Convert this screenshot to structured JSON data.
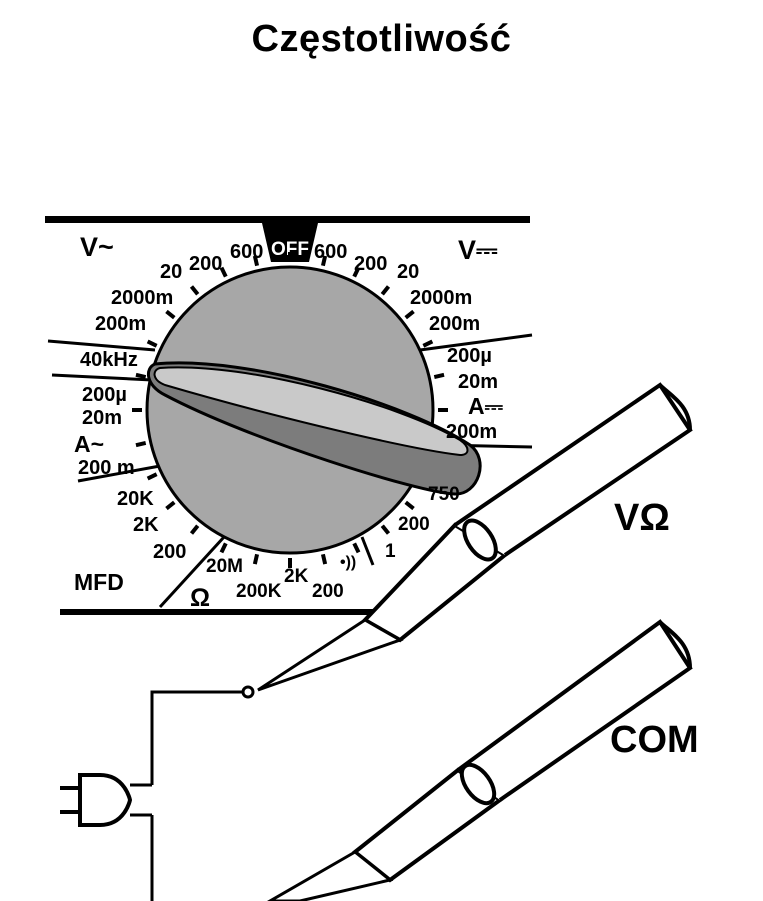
{
  "title": "Częstotliwość",
  "dial": {
    "off": "OFF",
    "vac_mode": "V~",
    "vdc_mode": "V⎓",
    "aac_mode": "A~",
    "adc_mode": "A⎓",
    "ohm_mode": "Ω",
    "mfd_mode": "MFD",
    "hz_label": "40kHz",
    "continuity": "•))",
    "vac_ranges": [
      "20",
      "200",
      "600"
    ],
    "vdc_ranges": [
      "600",
      "200",
      "20"
    ],
    "vac_milli": [
      "2000m",
      "200m"
    ],
    "vdc_milli": [
      "2000m",
      "200m"
    ],
    "aac_ranges": [
      "200µ",
      "20m",
      "200 m"
    ],
    "adc_ranges": [
      "200µ",
      "20m",
      "200m"
    ],
    "mfd_ranges": [
      "20K",
      "2K",
      "200"
    ],
    "ohm_ranges": [
      "20M",
      "200K",
      "2K",
      "200"
    ],
    "right_lower_ranges": [
      "750",
      "200",
      "1"
    ]
  },
  "probes": {
    "v_ohm_label": "VΩ",
    "com_label": "COM"
  }
}
